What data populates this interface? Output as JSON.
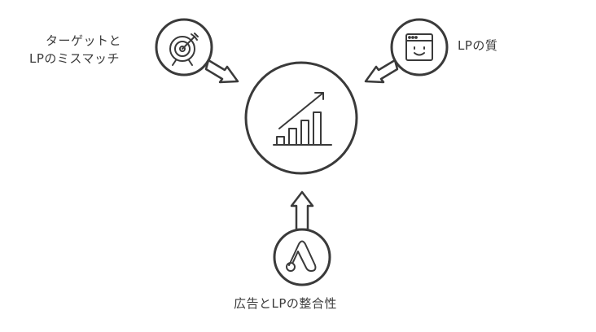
{
  "center": {
    "icon": "growth-chart-icon"
  },
  "nodes": [
    {
      "id": "target-mismatch",
      "icon": "target-dart-icon",
      "lines": [
        "ターゲットと",
        "LPのミスマッチ"
      ]
    },
    {
      "id": "lp-quality",
      "icon": "browser-smiley-icon",
      "lines": [
        "LPの質"
      ]
    },
    {
      "id": "ad-lp-consistency",
      "icon": "google-ads-icon",
      "lines": [
        "広告とLPの整合性"
      ]
    }
  ],
  "colors": {
    "stroke": "#3a3a3a",
    "background": "#ffffff",
    "text": "#3a3a3a"
  }
}
